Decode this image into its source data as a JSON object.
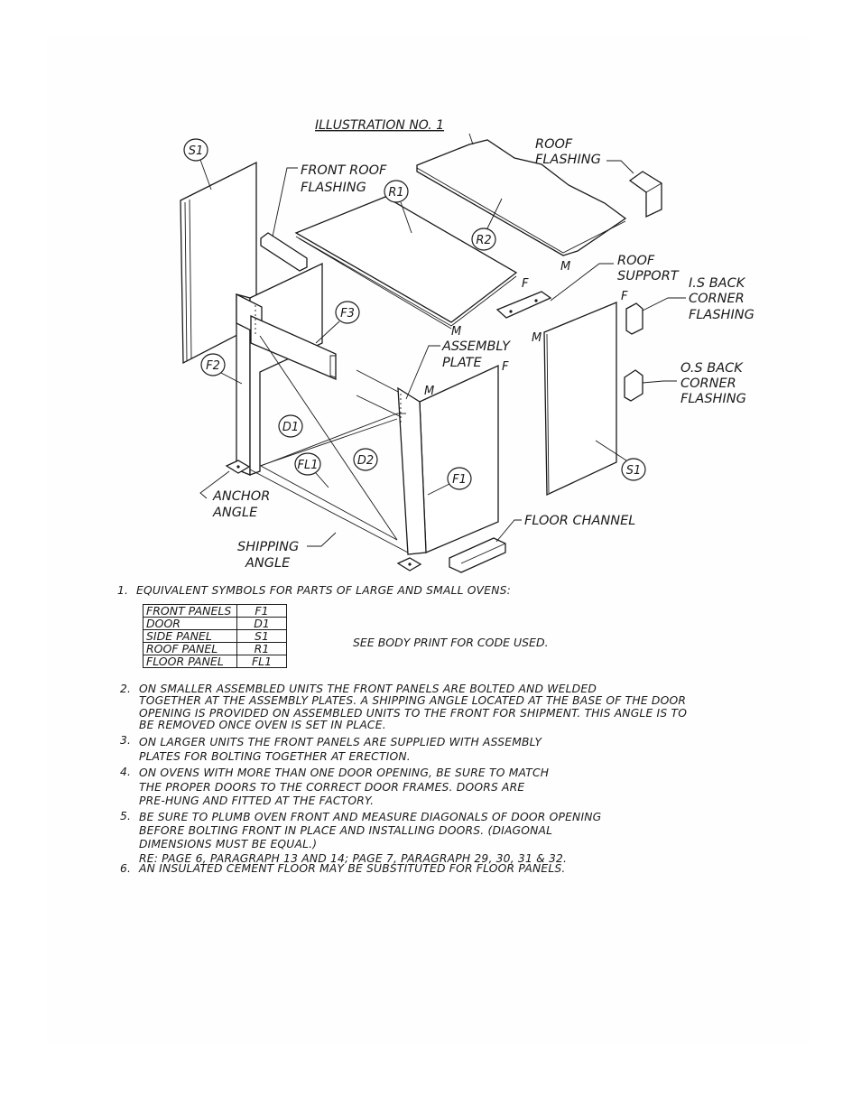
{
  "title": "ILLUSTRATION NO. 1",
  "labels": {
    "roof_flashing": [
      "ROOF",
      "FLASHING"
    ],
    "front_roof_flashing": [
      "FRONT ROOF",
      "FLASHING"
    ],
    "roof_support": [
      "ROOF",
      "SUPPORT"
    ],
    "is_back_corner_flashing": [
      "I.S BACK",
      "CORNER",
      "FLASHING"
    ],
    "os_back_corner_flashing": [
      "O.S BACK",
      "CORNER",
      "FLASHING"
    ],
    "assembly_plate": [
      "ASSEMBLY",
      "PLATE"
    ],
    "anchor_angle": [
      "ANCHOR",
      "ANGLE"
    ],
    "shipping_angle": [
      "SHIPPING",
      "ANGLE"
    ],
    "floor_channel": "FLOOR CHANNEL"
  },
  "callouts": {
    "s1_left": "S1",
    "s1_right": "S1",
    "r1": "R1",
    "r2": "R2",
    "f3": "F3",
    "f2": "F2",
    "d1": "D1",
    "d2": "D2",
    "fl1": "FL1",
    "f1": "F1"
  },
  "marks": {
    "m_roof": "M",
    "f_roof": "F",
    "m_front": "M",
    "f_front": "F",
    "m_side": "M",
    "f_side": "F"
  },
  "notes": {
    "n1": {
      "num": "1.",
      "text": "EQUIVALENT SYMBOLS FOR PARTS OF LARGE AND SMALL OVENS:"
    },
    "symbols_table": [
      {
        "part": "FRONT PANELS",
        "code": "F1"
      },
      {
        "part": "DOOR",
        "code": "D1"
      },
      {
        "part": "SIDE PANEL",
        "code": "S1"
      },
      {
        "part": "ROOF PANEL",
        "code": "R1"
      },
      {
        "part": "FLOOR PANEL",
        "code": "FL1"
      }
    ],
    "see_body": "SEE BODY PRINT FOR CODE USED.",
    "n2": {
      "num": "2.",
      "text": "ON SMALLER ASSEMBLED UNITS THE FRONT PANELS ARE BOLTED AND WELDED\nTOGETHER AT THE ASSEMBLY PLATES.  A SHIPPING ANGLE LOCATED AT THE BASE OF THE DOOR\nOPENING IS PROVIDED ON ASSEMBLED UNITS TO THE FRONT FOR SHIPMENT.  THIS ANGLE IS TO\nBE REMOVED ONCE OVEN IS SET IN PLACE."
    },
    "n3": {
      "num": "3.",
      "text": "ON LARGER UNITS THE FRONT PANELS ARE SUPPLIED WITH ASSEMBLY\nPLATES FOR BOLTING TOGETHER AT ERECTION."
    },
    "n4": {
      "num": "4.",
      "text": "ON OVENS WITH MORE THAN ONE DOOR OPENING, BE SURE TO MATCH\nTHE PROPER DOORS TO THE CORRECT DOOR FRAMES. DOORS ARE\nPRE-HUNG AND FITTED AT THE FACTORY."
    },
    "n5": {
      "num": "5.",
      "text": "BE SURE TO PLUMB OVEN FRONT AND MEASURE DIAGONALS OF DOOR OPENING\nBEFORE BOLTING FRONT IN PLACE AND INSTALLING DOORS. (DIAGONAL\nDIMENSIONS MUST BE EQUAL.)\nRE: PAGE 6, PARAGRAPH 13 AND 14; PAGE 7, PARAGRAPH 29, 30, 31 & 32."
    },
    "n6": {
      "num": "6.",
      "text": "AN INSULATED CEMENT FLOOR MAY BE SUBSTITUTED FOR FLOOR PANELS."
    }
  }
}
